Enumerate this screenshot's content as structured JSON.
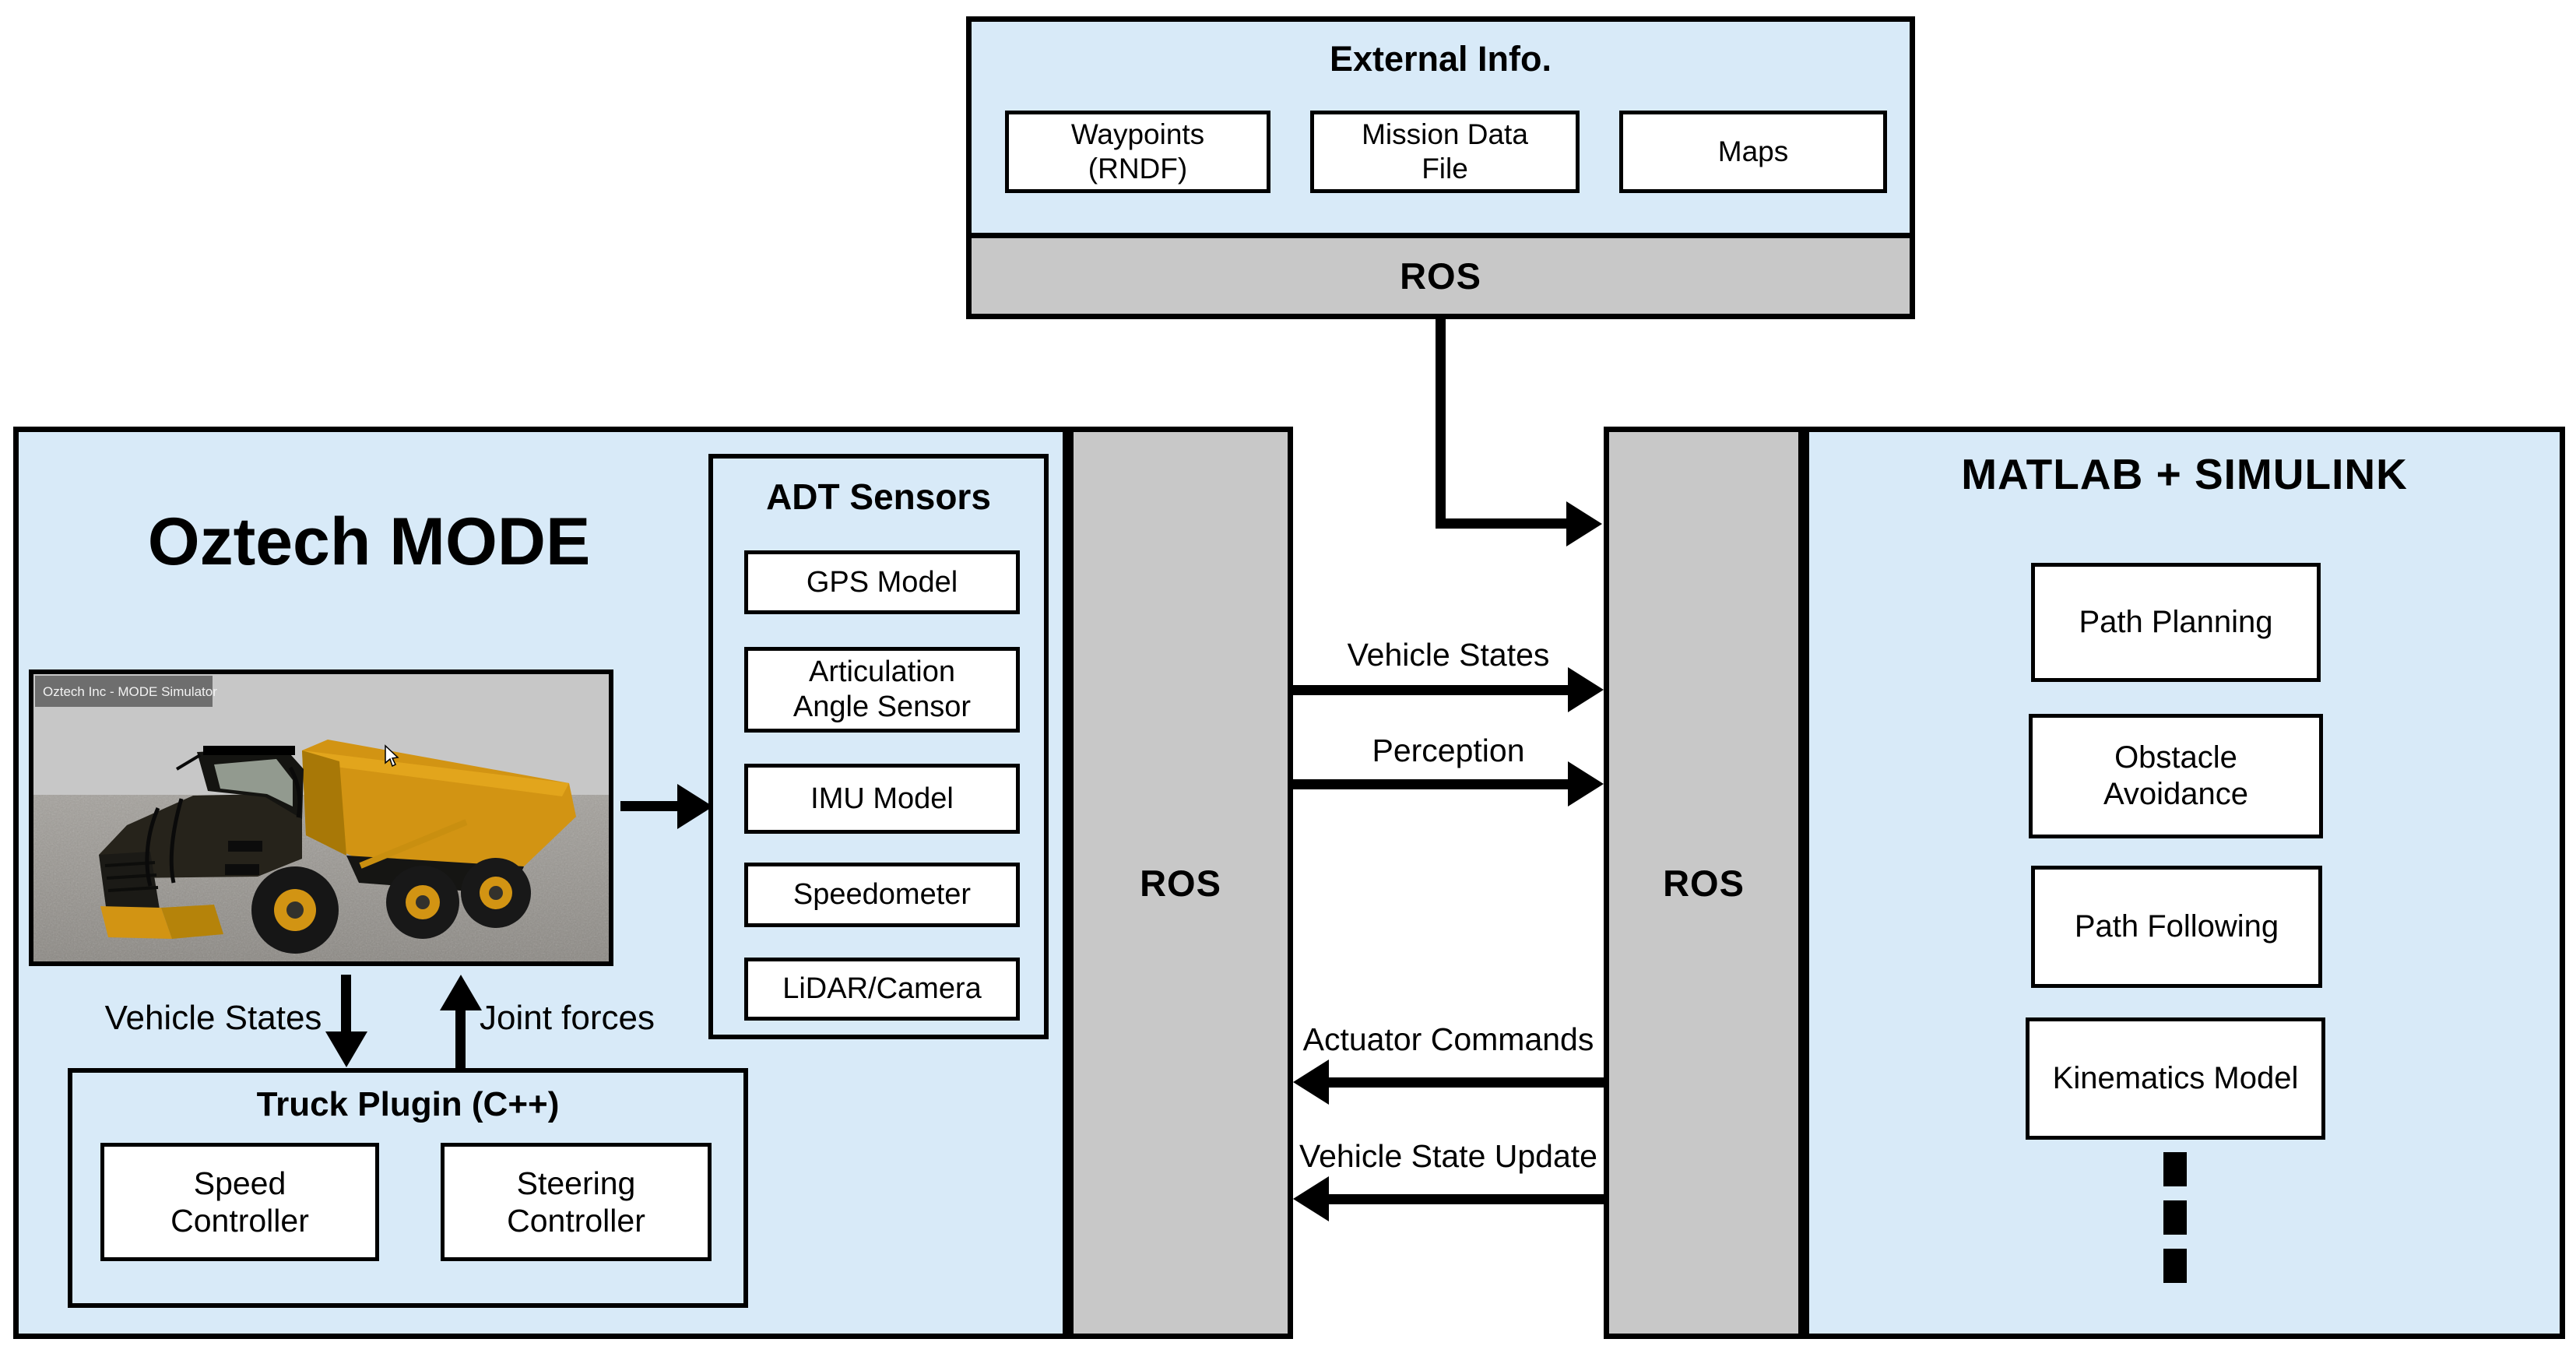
{
  "external_info": {
    "title": "External Info.",
    "items": [
      "Waypoints (RNDF)",
      "Mission Data File",
      "Maps"
    ],
    "ros_label": "ROS"
  },
  "oztech": {
    "title": "Oztech MODE",
    "sim_window_title": "Oztech Inc - MODE Simulator",
    "adt_sensors": {
      "title": "ADT Sensors",
      "items": [
        "GPS Model",
        "Articulation Angle Sensor",
        "IMU Model",
        "Speedometer",
        "LiDAR/Camera"
      ]
    },
    "truck_plugin": {
      "title": "Truck Plugin (C++)",
      "items": [
        "Speed Controller",
        "Steering Controller"
      ]
    },
    "labels": {
      "vehicle_states": "Vehicle States",
      "joint_forces": "Joint forces"
    }
  },
  "ros_bus_left": {
    "label": "ROS"
  },
  "ros_bus_right": {
    "label": "ROS"
  },
  "matlab": {
    "title": "MATLAB + SIMULINK",
    "items": [
      "Path Planning",
      "Obstacle Avoidance",
      "Path Following",
      "Kinematics Model"
    ]
  },
  "flows": {
    "to_matlab": [
      "Vehicle States",
      "Perception"
    ],
    "to_oztech": [
      "Actuator Commands",
      "Vehicle State Update"
    ]
  },
  "colors": {
    "panel_blue": "#d8eaf8",
    "ros_gray": "#c8c8c8",
    "border_black": "#000000",
    "box_white": "#ffffff",
    "truck_orange": "#d29413"
  }
}
